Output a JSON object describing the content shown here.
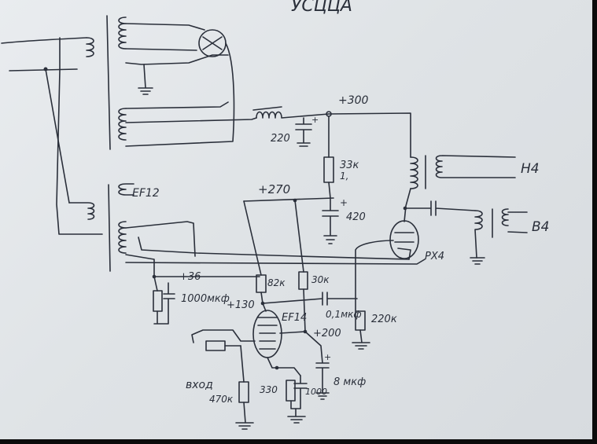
{
  "header_scribble": "УСЦЦА",
  "labels": {
    "plus300": "+300",
    "c220": "220",
    "r33k": "33к",
    "r33k_2": "1,",
    "plus270": "+270",
    "c420": "420",
    "h4": "Н4",
    "b4": "В4",
    "ef12": "EF12",
    "px4": "PX4",
    "plus36": "+36",
    "c1000": "1000мкф",
    "r82k": "82к",
    "r30k": "30к",
    "plus130": "+130",
    "c01": "0,1мкф",
    "r220k": "220к",
    "ef14": "EF14",
    "plus200": "+200",
    "vkhod": "вход",
    "r470k": "470к",
    "r330": "330",
    "c1000b": "1000",
    "c8": "8 мкф"
  }
}
